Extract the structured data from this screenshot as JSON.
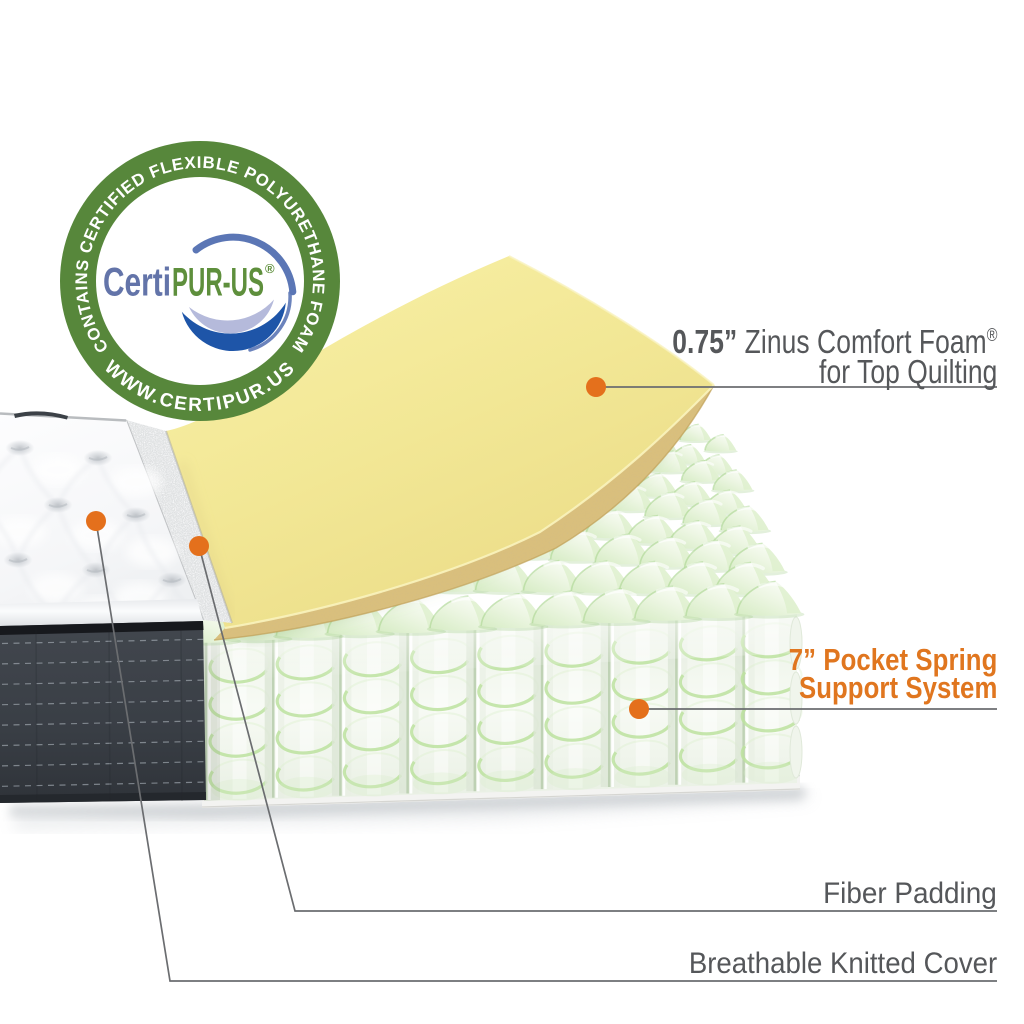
{
  "canvas": {
    "background": "#FFFFFF"
  },
  "badge": {
    "top_arc": "CONTAINS CERTIFIED FLEXIBLE POLYURETHANE FOAM",
    "bottom_arc": "WWW.CERTIPUR.US",
    "brand_blue_text": "Certi",
    "brand_green_text": "PUR-US",
    "registered_mark": "®",
    "colors": {
      "ring_green": "#57873B",
      "brand_blue": "#6374A9",
      "brand_green": "#5E8F3C",
      "swoosh_dark_blue": "#1E55A8",
      "swoosh_mid_blue": "#5B76B5",
      "swoosh_lavender": "#B5BADB"
    }
  },
  "callouts": {
    "comfort_foam": {
      "measure": "0.75”",
      "name": " Zinus Comfort Foam",
      "mark": "®",
      "line2": "for Top Quilting"
    },
    "pocket_spring": {
      "measure": "7”",
      "name": " Pocket Spring",
      "line2": "Support System"
    },
    "fiber_padding": {
      "label": "Fiber Padding"
    },
    "knitted_cover": {
      "label": "Breathable Knitted Cover"
    },
    "colors": {
      "text_gray": "#55575A",
      "accent_orange": "#E0761F",
      "dot_orange": "#E4701C",
      "leader_line": "#6B6D70"
    }
  },
  "illustration": {
    "colors": {
      "foam_yellow": "#F2E795",
      "foam_edge_tan": "#D9BF7D",
      "spring_green": "#C6E7AE",
      "side_panel_charcoal": "#3A3F45",
      "quilt_white": "#FAFBFC",
      "fiber_strip_gray": "#DFE1E2"
    }
  }
}
